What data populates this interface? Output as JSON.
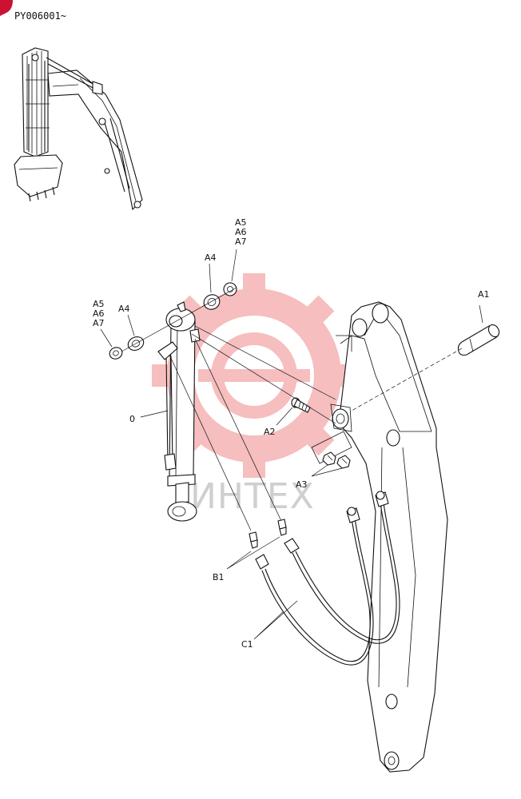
{
  "header": {
    "serial_range": "PY006001~"
  },
  "watermark": {
    "text": "ИНТЕХ",
    "color": "#f08a8a"
  },
  "accent_color": "#cc1133",
  "labels": {
    "washers_right": [
      "A5",
      "A6",
      "A7"
    ],
    "spacer_right": "A4",
    "washers_left": [
      "A5",
      "A6",
      "A7"
    ],
    "spacer_left": "A4",
    "cylinder": "0",
    "pin": "A1",
    "bolt": "A2",
    "nuts": "A3",
    "grease_fittings": "B1",
    "hoses": "C1"
  }
}
